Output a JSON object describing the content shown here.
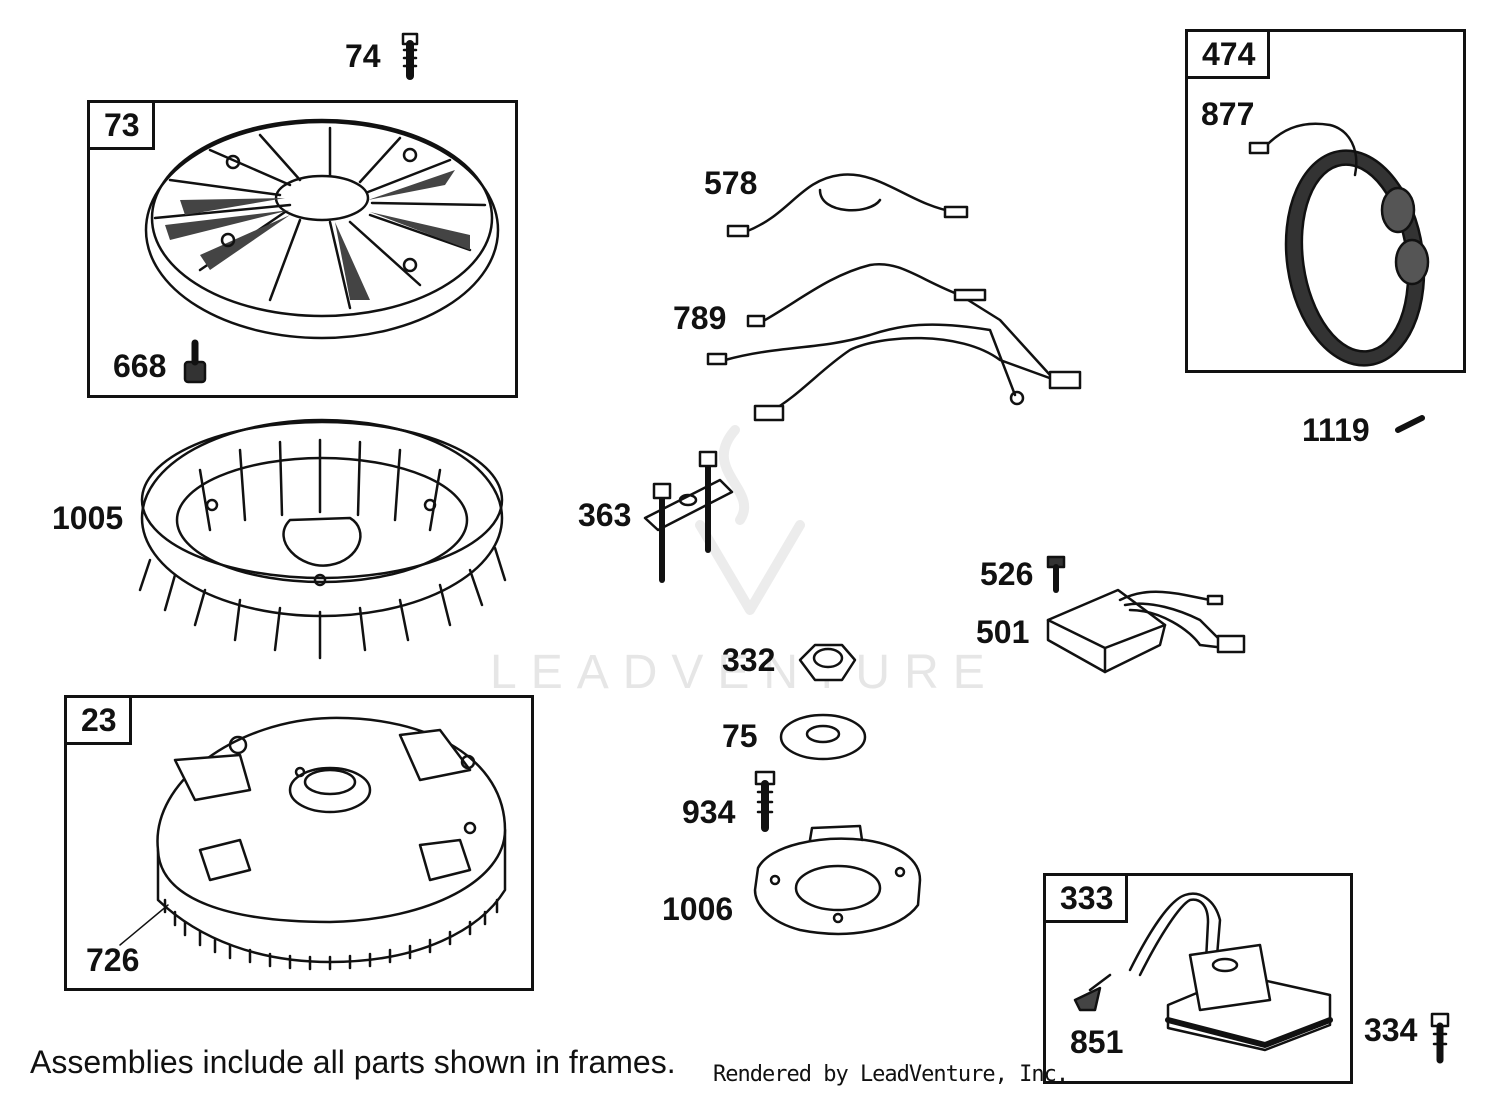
{
  "watermark": "LEADVENTURE",
  "footer_note": "Assemblies include all parts shown in frames.",
  "credit": "Rendered by LeadVenture, Inc.",
  "assembly_frames": [
    {
      "ref": "73"
    },
    {
      "ref": "23"
    },
    {
      "ref": "474"
    },
    {
      "ref": "333"
    }
  ],
  "part_labels": [
    {
      "ref": "74"
    },
    {
      "ref": "668"
    },
    {
      "ref": "1005"
    },
    {
      "ref": "726"
    },
    {
      "ref": "578"
    },
    {
      "ref": "789"
    },
    {
      "ref": "363"
    },
    {
      "ref": "332"
    },
    {
      "ref": "75"
    },
    {
      "ref": "934"
    },
    {
      "ref": "1006"
    },
    {
      "ref": "877"
    },
    {
      "ref": "1119"
    },
    {
      "ref": "526"
    },
    {
      "ref": "501"
    },
    {
      "ref": "851"
    },
    {
      "ref": "334"
    }
  ]
}
